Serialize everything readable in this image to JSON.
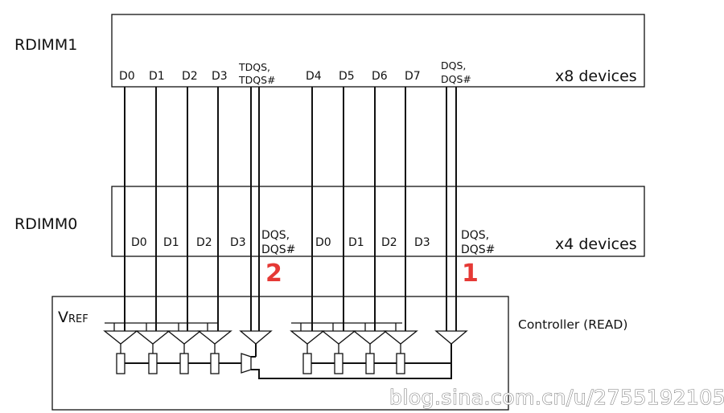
{
  "rdimm1": {
    "label": "RDIMM1",
    "device_label": "x8 devices",
    "pins": [
      "D0",
      "D1",
      "D2",
      "D3",
      "D4",
      "D5",
      "D6",
      "D7"
    ],
    "tdqs": [
      "TDQS,",
      "TDQS#"
    ],
    "dqs": [
      "DQS,",
      "DQS#"
    ]
  },
  "rdimm0": {
    "label": "RDIMM0",
    "device_label": "x4 devices",
    "pins_left": [
      "D0",
      "D1",
      "D2",
      "D3"
    ],
    "pins_right": [
      "D0",
      "D1",
      "D2",
      "D3"
    ],
    "dqs_left": [
      "DQS,",
      "DQS#"
    ],
    "dqs_right": [
      "DQS,",
      "DQS#"
    ]
  },
  "controller": {
    "vref_main": "V",
    "vref_sub": "REF",
    "label": "Controller (READ)"
  },
  "annotations": {
    "mark_2": "2",
    "mark_1": "1",
    "color": "#e53935"
  },
  "watermark": "blog.sina.com.cn/u/2755192105"
}
